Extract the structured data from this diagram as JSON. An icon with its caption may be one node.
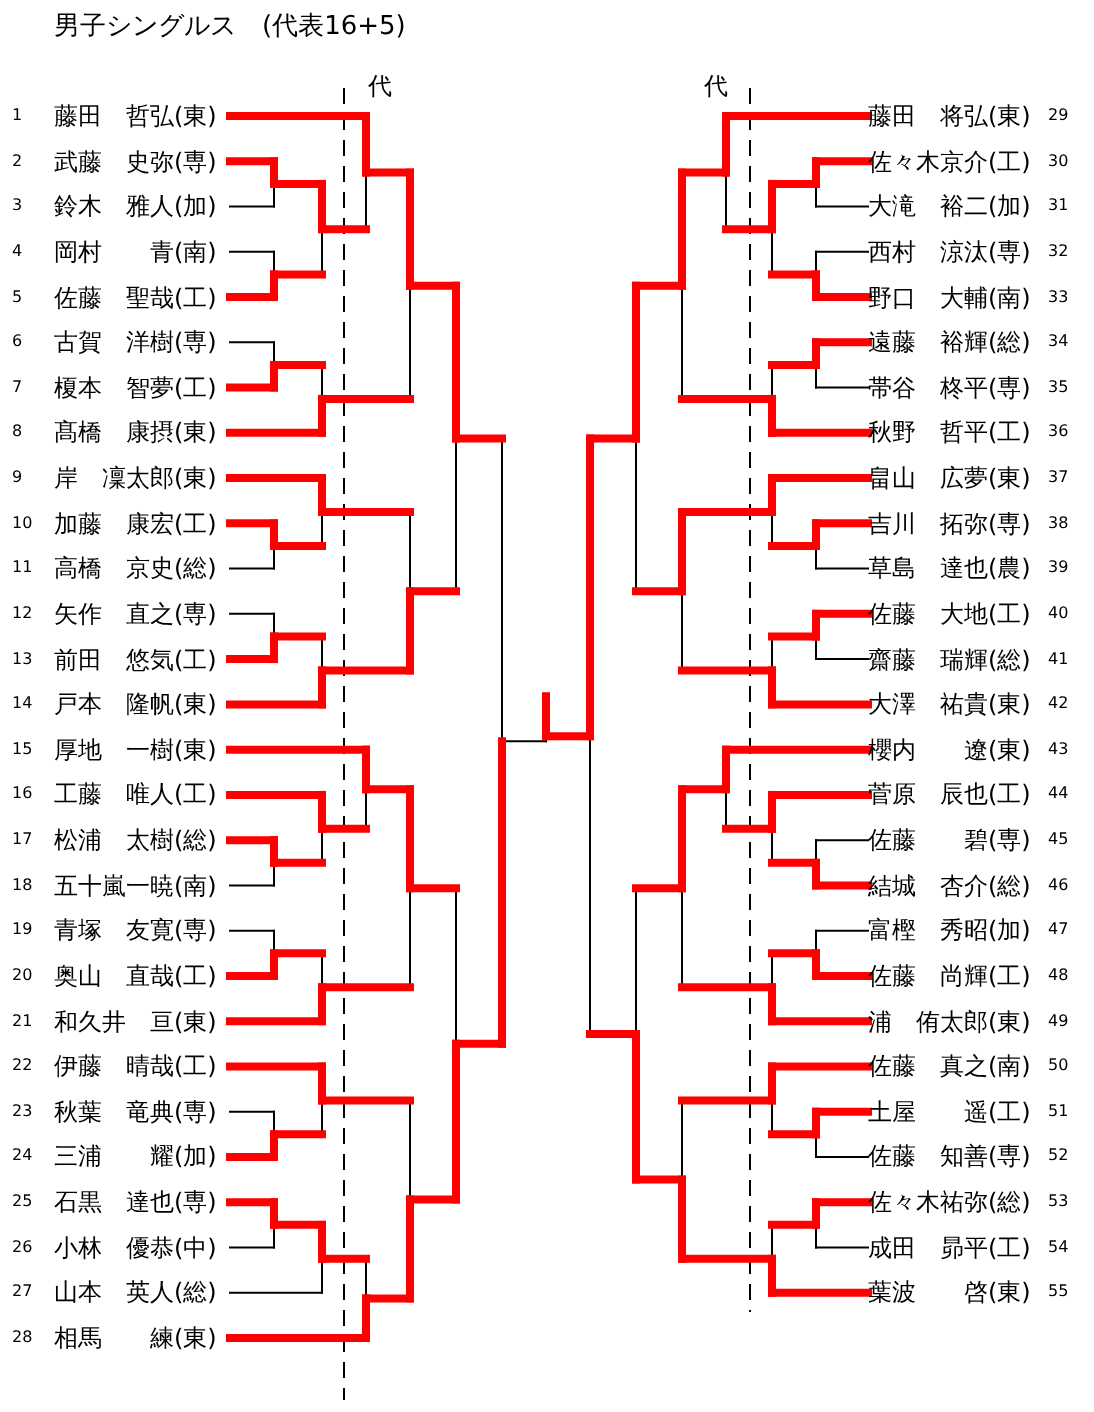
{
  "diagram": {
    "title": "男子シングルス　(代表16+5)",
    "nodes": [
      {
        "text": [
          "藤田　哲弘(東)"
        ],
        "beside": [
          "1"
        ]
      },
      {
        "text": [
          "武藤　史弥(専)"
        ],
        "beside": [
          "2"
        ]
      },
      {
        "text": [
          "鈴木　雅人(加)"
        ],
        "beside": [
          "3"
        ]
      },
      {
        "text": [
          "岡村　　青(南)"
        ],
        "beside": [
          "4"
        ]
      },
      {
        "text": [
          "佐藤　聖哉(工)"
        ],
        "beside": [
          "5"
        ]
      },
      {
        "text": [
          "古賀　洋樹(専)"
        ],
        "beside": [
          "6"
        ]
      },
      {
        "text": [
          "榎本　智夢(工)"
        ],
        "beside": [
          "7"
        ]
      },
      {
        "text": [
          "髙橋　康摂(東)"
        ],
        "beside": [
          "8"
        ]
      },
      {
        "text": [
          "岸　凜太郎(東)"
        ],
        "beside": [
          "9"
        ]
      },
      {
        "text": [
          "加藤　康宏(工)"
        ],
        "beside": [
          "10"
        ]
      },
      {
        "text": [
          "高橋　京史(総)"
        ],
        "beside": [
          "11"
        ]
      },
      {
        "text": [
          "矢作　直之(専)"
        ],
        "beside": [
          "12"
        ]
      },
      {
        "text": [
          "前田　悠気(工)"
        ],
        "beside": [
          "13"
        ]
      },
      {
        "text": [
          "戸本　隆帆(東)"
        ],
        "beside": [
          "14"
        ]
      },
      {
        "text": [
          "厚地　一樹(東)"
        ],
        "beside": [
          "15"
        ]
      },
      {
        "text": [
          "工藤　唯人(工)"
        ],
        "beside": [
          "16"
        ]
      },
      {
        "text": [
          "松浦　太樹(総)"
        ],
        "beside": [
          "17"
        ]
      },
      {
        "text": [
          "五十嵐一暁(南)"
        ],
        "beside": [
          "18"
        ]
      },
      {
        "text": [
          "青塚　友寛(専)"
        ],
        "beside": [
          "19"
        ]
      },
      {
        "text": [
          "奥山　直哉(工)"
        ],
        "beside": [
          "20"
        ]
      },
      {
        "text": [
          "和久井　亘(東)"
        ],
        "beside": [
          "21"
        ]
      },
      {
        "text": [
          "伊藤　晴哉(工)"
        ],
        "beside": [
          "22"
        ]
      },
      {
        "text": [
          "秋葉　竜典(専)"
        ],
        "beside": [
          "23"
        ]
      },
      {
        "text": [
          "三浦　　耀(加)"
        ],
        "beside": [
          "24"
        ]
      },
      {
        "text": [
          "石黒　達也(専)"
        ],
        "beside": [
          "25"
        ]
      },
      {
        "text": [
          "小林　優恭(中)"
        ],
        "beside": [
          "26"
        ]
      },
      {
        "text": [
          "山本　英人(総)"
        ],
        "beside": [
          "27"
        ]
      },
      {
        "text": [
          "相馬　　練(東)"
        ],
        "beside": [
          "28"
        ]
      },
      {
        "text": [
          "藤田　将弘(東)"
        ],
        "beside": [
          "29"
        ]
      },
      {
        "text": [
          "佐々木京介(工)"
        ],
        "beside": [
          "30"
        ]
      },
      {
        "text": [
          "大滝　裕二(加)"
        ],
        "beside": [
          "31"
        ]
      },
      {
        "text": [
          "西村　涼汰(専)"
        ],
        "beside": [
          "32"
        ]
      },
      {
        "text": [
          "野口　大輔(南)"
        ],
        "beside": [
          "33"
        ]
      },
      {
        "text": [
          "遠藤　裕輝(総)"
        ],
        "beside": [
          "34"
        ]
      },
      {
        "text": [
          "帯谷　柊平(専)"
        ],
        "beside": [
          "35"
        ]
      },
      {
        "text": [
          "秋野　哲平(工)"
        ],
        "beside": [
          "36"
        ]
      },
      {
        "text": [
          "畠山　広夢(東)"
        ],
        "beside": [
          "37"
        ]
      },
      {
        "text": [
          "吉川　拓弥(専)"
        ],
        "beside": [
          "38"
        ]
      },
      {
        "text": [
          "草島　達也(農)"
        ],
        "beside": [
          "39"
        ]
      },
      {
        "text": [
          "佐藤　大地(工)"
        ],
        "beside": [
          "40"
        ]
      },
      {
        "text": [
          "齋藤　瑞輝(総)"
        ],
        "beside": [
          "41"
        ]
      },
      {
        "text": [
          "大澤　祐貴(東)"
        ],
        "beside": [
          "42"
        ]
      },
      {
        "text": [
          "櫻内　　遼(東)"
        ],
        "beside": [
          "43"
        ]
      },
      {
        "text": [
          "菅原　辰也(工)"
        ],
        "beside": [
          "44"
        ]
      },
      {
        "text": [
          "佐藤　　碧(専)"
        ],
        "beside": [
          "45"
        ]
      },
      {
        "text": [
          "結城　杏介(総)"
        ],
        "beside": [
          "46"
        ]
      },
      {
        "text": [
          "富樫　秀昭(加)"
        ],
        "beside": [
          "47"
        ]
      },
      {
        "text": [
          "佐藤　尚輝(工)"
        ],
        "beside": [
          "48"
        ]
      },
      {
        "text": [
          "浦　侑太郎(東)"
        ],
        "beside": [
          "49"
        ]
      },
      {
        "text": [
          "佐藤　真之(南)"
        ],
        "beside": [
          "50"
        ]
      },
      {
        "text": [
          "土屋　　遥(工)"
        ],
        "beside": [
          "51"
        ]
      },
      {
        "text": [
          "佐藤　知善(専)"
        ],
        "beside": [
          "52"
        ]
      },
      {
        "text": [
          "佐々木祐弥(総)"
        ],
        "beside": [
          "53"
        ]
      },
      {
        "text": [
          "成田　昴平(工)"
        ],
        "beside": [
          "54"
        ]
      },
      {
        "text": [
          "葉波　　啓(東)"
        ],
        "beside": [
          "55"
        ]
      }
    ],
    "labels": [
      "代",
      "代"
    ]
  }
}
